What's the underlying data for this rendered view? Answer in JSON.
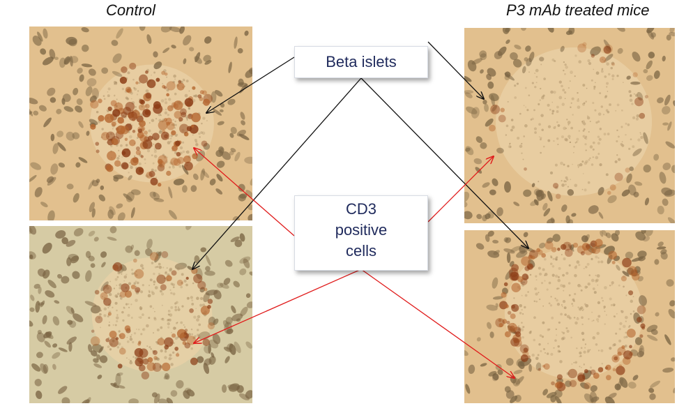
{
  "columns": {
    "left_title": "Control",
    "right_title": "P3 mAb treated mice"
  },
  "callouts": {
    "beta": "Beta islets",
    "cd3_line1": "CD3",
    "cd3_line2": "positive",
    "cd3_line3": "cells"
  },
  "colors": {
    "tissue_bg_warm": "#e2c08e",
    "tissue_bg_pale": "#d6cba4",
    "nucleus": "#7a6443",
    "islet_stain_dark": "#8a3a14",
    "islet_stain_light": "#b4652e",
    "arrow_black": "#111111",
    "arrow_red": "#e01b1b",
    "callout_text": "#1f2a5c"
  },
  "panels": [
    {
      "id": "control-top",
      "stain": "strong"
    },
    {
      "id": "control-bottom",
      "stain": "moderate"
    },
    {
      "id": "treated-top",
      "stain": "faint"
    },
    {
      "id": "treated-bottom",
      "stain": "ring"
    }
  ]
}
